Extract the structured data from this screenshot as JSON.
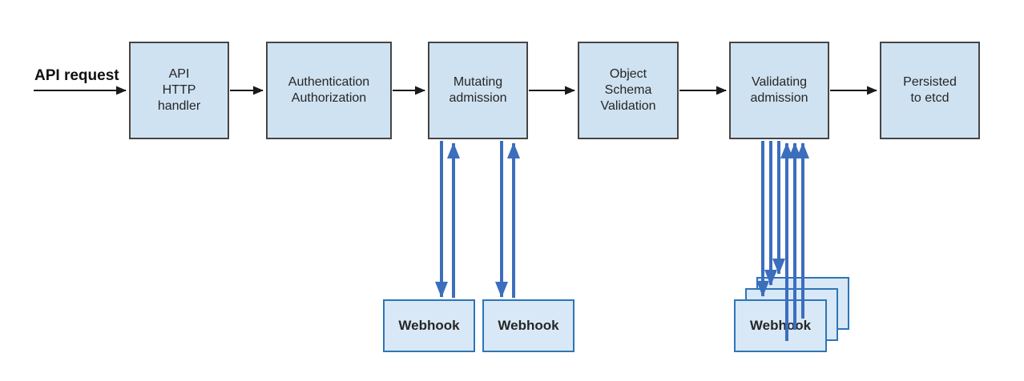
{
  "request": {
    "label": "API request"
  },
  "pipeline": [
    {
      "label": "API\nHTTP\nhandler"
    },
    {
      "label": "Authentication\nAuthorization"
    },
    {
      "label": "Mutating\nadmission"
    },
    {
      "label": "Object\nSchema\nValidation"
    },
    {
      "label": "Validating\nadmission"
    },
    {
      "label": "Persisted\nto etcd"
    }
  ],
  "webhooks": {
    "mutating": [
      {
        "label": "Webhook"
      },
      {
        "label": "Webhook"
      }
    ],
    "validating": {
      "front_label": "Webhook"
    }
  },
  "colors": {
    "node_fill": "#cfe2f1",
    "node_border": "#454545",
    "webhook_fill": "#d8e8f6",
    "webhook_border": "#2e75b6",
    "flow_arrow": "#1a1a1a",
    "webhook_arrow": "#3c6ebe"
  }
}
